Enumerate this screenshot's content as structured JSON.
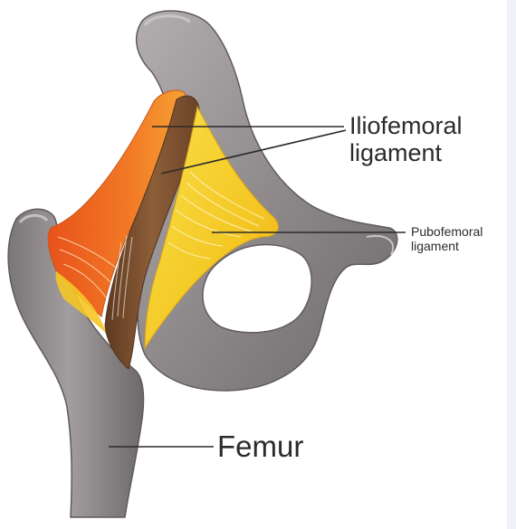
{
  "labels": {
    "iliofemoral": {
      "line1": "Iliofemoral",
      "line2": "ligament"
    },
    "pubofemoral": {
      "line1": "Pubofemoral",
      "line2": "ligament"
    },
    "femur": "Femur"
  },
  "colors": {
    "bone": "#8e898a",
    "bone_dark": "#6f6a6b",
    "bone_light": "#b5b0b1",
    "ligament_orange": "#ef6a1f",
    "ligament_yellow": "#f6cf2a",
    "ligament_brown": "#7a5030",
    "leader_line": "#2b2b2b"
  }
}
